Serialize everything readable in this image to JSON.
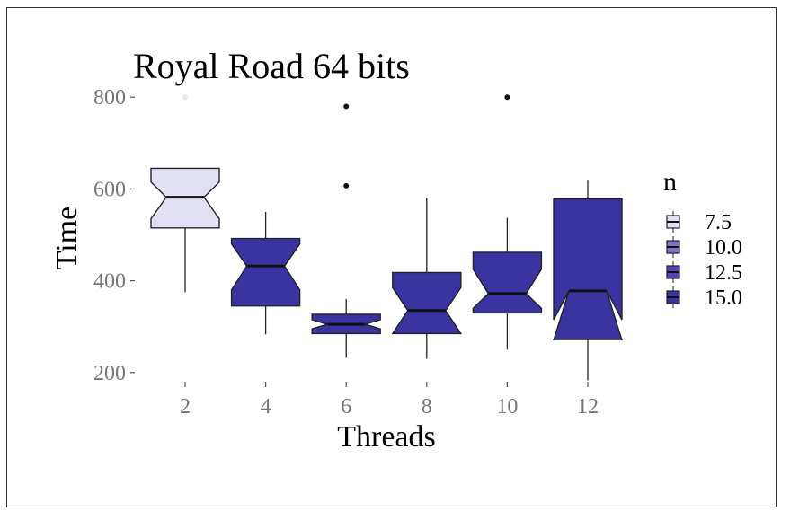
{
  "chart_data": {
    "type": "boxplot",
    "title": "Royal Road 64 bits",
    "xlabel": "Threads",
    "ylabel": "Time",
    "categories": [
      "2",
      "4",
      "6",
      "8",
      "10",
      "12"
    ],
    "yticks": [
      "200",
      "400",
      "600",
      "800"
    ],
    "ylim": [
      180,
      820
    ],
    "notched": true,
    "grid": false,
    "legend": {
      "title": "n",
      "position": "right",
      "entries": [
        "7.5",
        "10.0",
        "12.5",
        "15.0"
      ],
      "colors": [
        "#e2e0f5",
        "#7d72c9",
        "#5445b4",
        "#3b33a0"
      ]
    },
    "boxes": [
      {
        "x": "2",
        "n": 7.5,
        "color": "#e2e0f5",
        "whisker_low": 375,
        "q1": 515,
        "median": 582,
        "q3": 645,
        "whisker_high": 645,
        "notch_low": 535,
        "notch_high": 615,
        "outliers": [
          800
        ]
      },
      {
        "x": "4",
        "n": 15.0,
        "color": "#3b33a0",
        "whisker_low": 283,
        "q1": 345,
        "median": 432,
        "q3": 492,
        "whisker_high": 550,
        "notch_low": 380,
        "notch_high": 480,
        "outliers": []
      },
      {
        "x": "6",
        "n": 15.0,
        "color": "#3b33a0",
        "whisker_low": 232,
        "q1": 285,
        "median": 305,
        "q3": 327,
        "whisker_high": 360,
        "notch_low": 295,
        "notch_high": 315,
        "outliers": [
          780,
          607
        ]
      },
      {
        "x": "8",
        "n": 15.0,
        "color": "#3b33a0",
        "whisker_low": 230,
        "q1": 285,
        "median": 335,
        "q3": 418,
        "whisker_high": 580,
        "notch_low": 285,
        "notch_high": 385,
        "outliers": []
      },
      {
        "x": "10",
        "n": 15.0,
        "color": "#3b33a0",
        "whisker_low": 250,
        "q1": 330,
        "median": 372,
        "q3": 462,
        "whisker_high": 537,
        "notch_low": 340,
        "notch_high": 425,
        "outliers": [
          800
        ]
      },
      {
        "x": "12",
        "n": 15.0,
        "color": "#3b33a0",
        "whisker_low": 183,
        "q1": 272,
        "median": 378,
        "q3": 578,
        "whisker_high": 620,
        "notch_low": 270,
        "notch_high": 315,
        "outliers": []
      }
    ]
  }
}
